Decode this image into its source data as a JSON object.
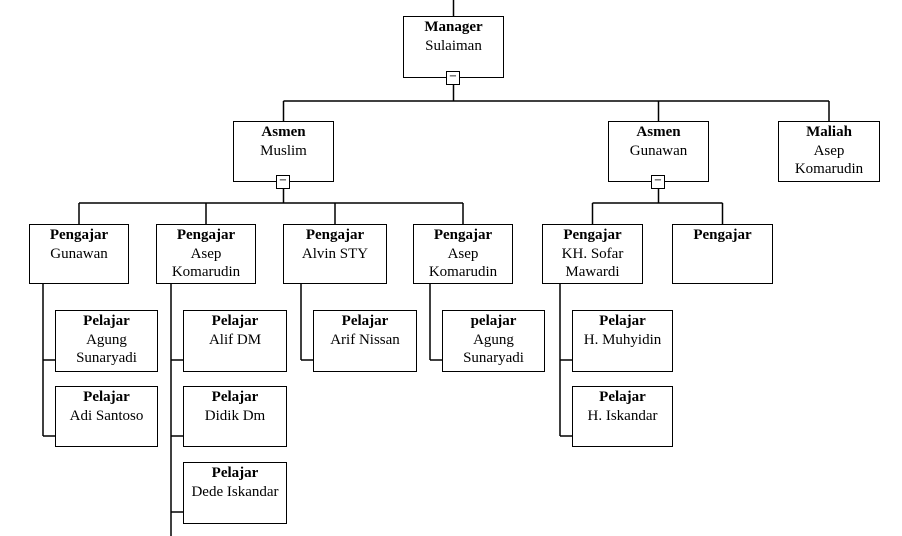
{
  "org_chart": {
    "collapse_glyph": "−",
    "colors": {
      "line": "#000000",
      "box_border": "#000000",
      "box_fill": "#ffffff",
      "text": "#000000"
    },
    "nodes": {
      "manager": {
        "title": "Manager",
        "name": "Sulaiman"
      },
      "asmen_muslim": {
        "title": "Asmen",
        "name": "Muslim"
      },
      "asmen_gunawan": {
        "title": "Asmen",
        "name": "Gunawan"
      },
      "maliah_asep": {
        "title": "Maliah",
        "name": "Asep Komarudin"
      },
      "pengajar_gunawan": {
        "title": "Pengajar",
        "name": "Gunawan"
      },
      "pengajar_asep1": {
        "title": "Pengajar",
        "name": "Asep Komarudin"
      },
      "pengajar_alvin": {
        "title": "Pengajar",
        "name": "Alvin STY"
      },
      "pengajar_asep2": {
        "title": "Pengajar",
        "name": "Asep Komarudin"
      },
      "pengajar_sofar": {
        "title": "Pengajar",
        "name": "KH. Sofar Mawardi"
      },
      "pengajar_empty": {
        "title": "Pengajar",
        "name": ""
      },
      "pelajar_agung1": {
        "title": "Pelajar",
        "name": "Agung Sunaryadi"
      },
      "pelajar_adi": {
        "title": "Pelajar",
        "name": "Adi Santoso"
      },
      "pelajar_alif": {
        "title": "Pelajar",
        "name": "Alif DM"
      },
      "pelajar_didik": {
        "title": "Pelajar",
        "name": "Didik Dm"
      },
      "pelajar_dede": {
        "title": "Pelajar",
        "name": "Dede Iskandar"
      },
      "pelajar_arif": {
        "title": "Pelajar",
        "name": "Arif Nissan"
      },
      "pelajar_agung2": {
        "title": "pelajar",
        "name": "Agung Sunaryadi"
      },
      "pelajar_muhyidin": {
        "title": "Pelajar",
        "name": "H. Muhyidin"
      },
      "pelajar_iskandar": {
        "title": "Pelajar",
        "name": "H. Iskandar"
      }
    }
  }
}
